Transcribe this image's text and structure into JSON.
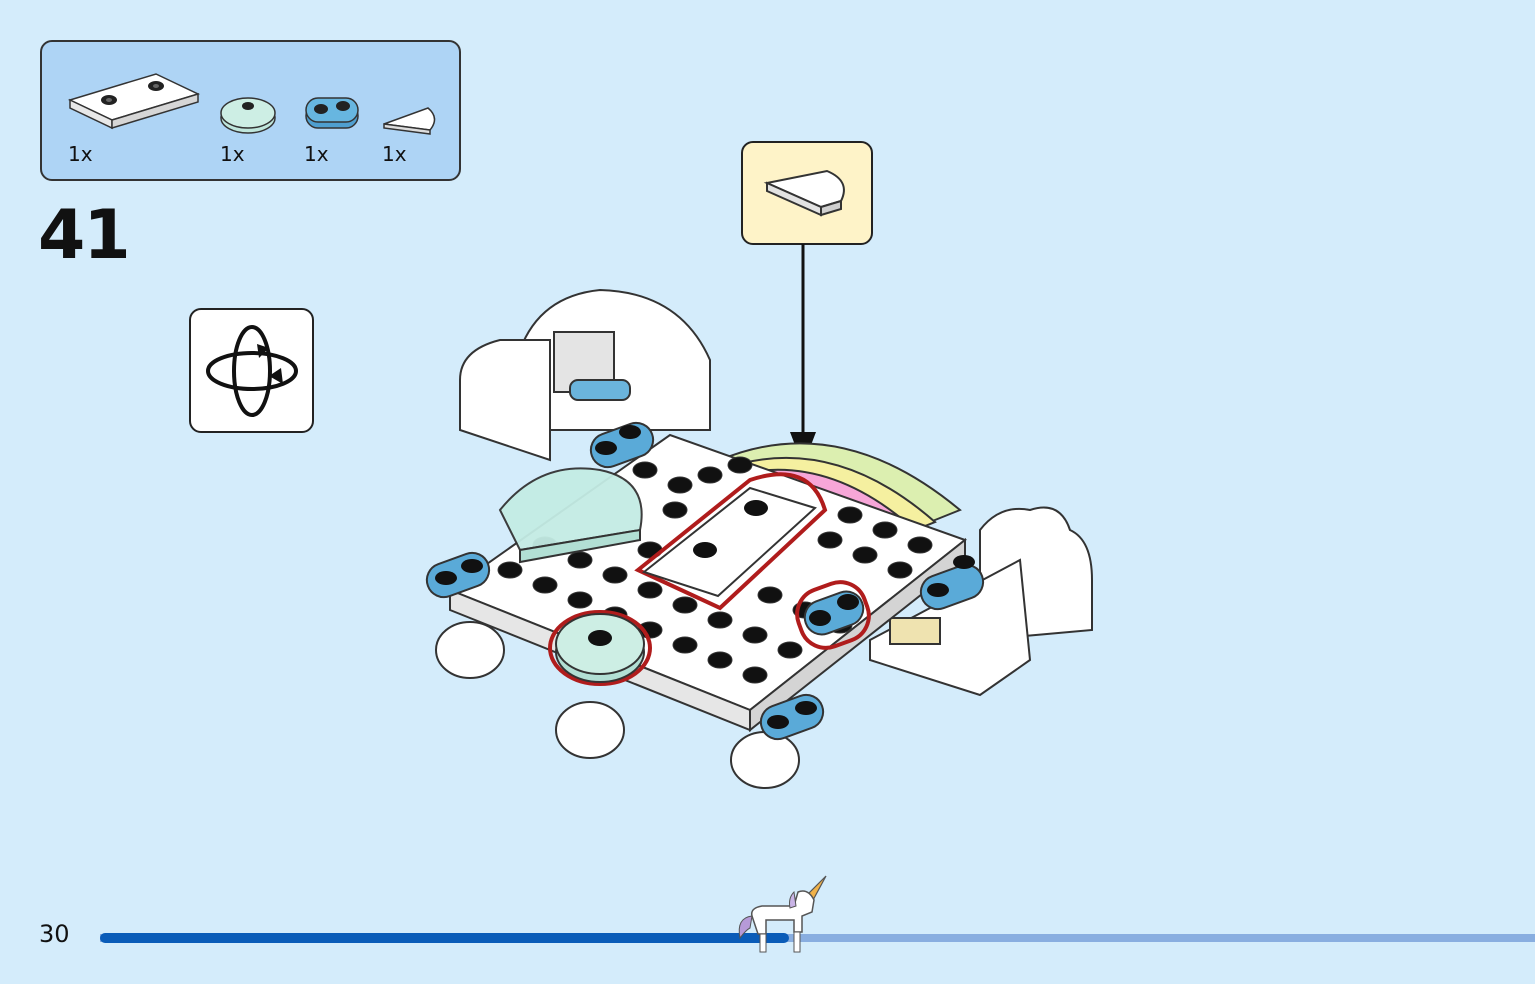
{
  "parts_list": {
    "items": [
      {
        "name": "white-plate-2x4",
        "count": "1x"
      },
      {
        "name": "transparent-green-round-tile",
        "count": "1x"
      },
      {
        "name": "blue-plate-1x2-rounded",
        "count": "1x"
      },
      {
        "name": "white-quarter-round-tile",
        "count": "1x"
      }
    ]
  },
  "step": {
    "number": "41"
  },
  "rotate_icon": {
    "icon": "rotate-model-icon"
  },
  "callout": {
    "icon": "quarter-round-tile-icon"
  },
  "footer": {
    "page_number": "30",
    "progress": 0.48
  },
  "colors": {
    "background": "#d4ecfb",
    "parts_box": "#aed4f5",
    "callout_box": "#fef3c8",
    "progress_done": "#0a5cb8",
    "progress_remaining": "#89aee0",
    "highlight_outline": "#b01c1c",
    "brick_blue": "#5aaad8",
    "brick_transparent_green": "#c4ece4",
    "rainbow_pink": "#f7a6d8",
    "rainbow_yellow": "#f5f0a0",
    "rainbow_green": "#dcefb0"
  }
}
